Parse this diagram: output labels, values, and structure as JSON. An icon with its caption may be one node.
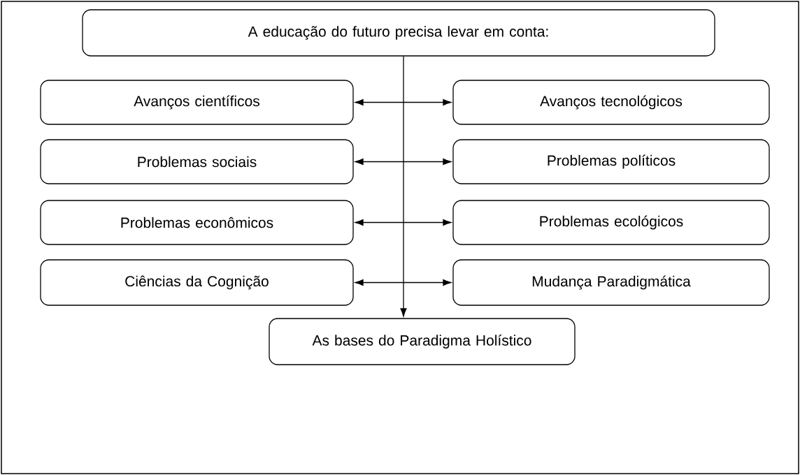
{
  "diagram": {
    "nodes": [
      {
        "text": [
          "A educação do futuro precisa levar em conta:"
        ]
      },
      {
        "text": [
          "Avanços científicos"
        ]
      },
      {
        "text": [
          "Avanços tecnológicos"
        ]
      },
      {
        "text": [
          "Problemas sociais"
        ]
      },
      {
        "text": [
          "Problemas políticos"
        ]
      },
      {
        "text": [
          "Problemas econômicos"
        ]
      },
      {
        "text": [
          "Problemas ecológicos"
        ]
      },
      {
        "text": [
          "Ciências da Cognição"
        ]
      },
      {
        "text": [
          "Mudança Paradigmática"
        ]
      },
      {
        "text": [
          "As bases do Paradigma Holístico"
        ]
      }
    ],
    "edges": [
      {
        "from": 0,
        "to": 9,
        "arrow": "to"
      },
      {
        "from": 1,
        "to": 2,
        "arrow": "both"
      },
      {
        "from": 3,
        "to": 4,
        "arrow": "both"
      },
      {
        "from": 5,
        "to": 6,
        "arrow": "both"
      },
      {
        "from": 7,
        "to": 8,
        "arrow": "both"
      }
    ]
  }
}
